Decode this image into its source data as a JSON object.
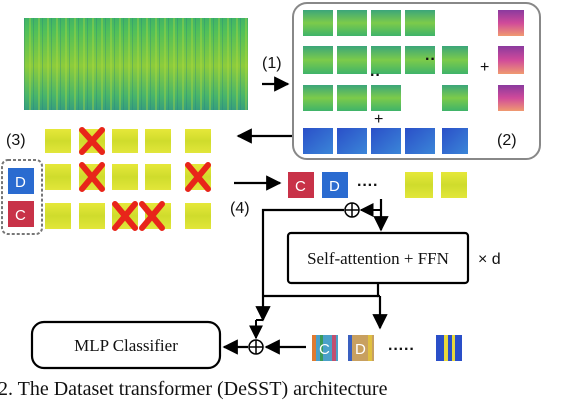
{
  "labels": {
    "step1": "(1)",
    "step2": "(2)",
    "step3": "(3)",
    "step4": "(4)",
    "times_d": "× d",
    "plus": "+"
  },
  "blocks": {
    "transformer": "Self-attention + FFN",
    "classifier": "MLP Classifier"
  },
  "tokens": {
    "c": "C",
    "d": "D",
    "ellipsis": "····",
    "ellipsis_out": "·····"
  },
  "caption": "2. The Dataset transformer (DeSST) architecture"
}
